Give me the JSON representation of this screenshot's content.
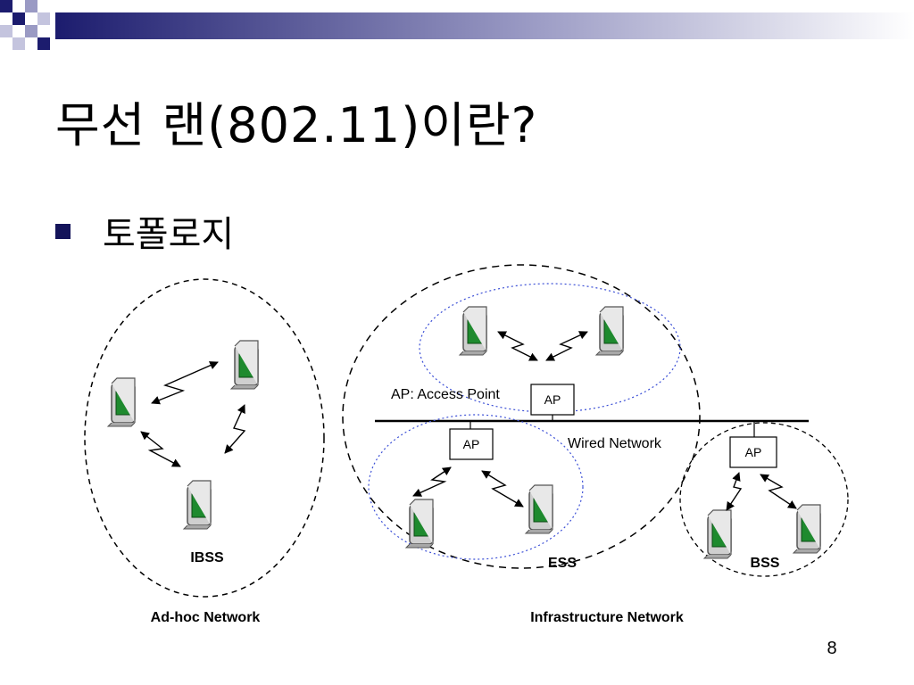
{
  "slide": {
    "title": "무선 랜(802.11)이란?",
    "bullet": "토폴로지",
    "page_number": "8"
  },
  "diagram": {
    "labels": {
      "access_point_legend": "AP: Access Point",
      "wired_network": "Wired Network",
      "ibss": "IBSS",
      "ess": "ESS",
      "bss": "BSS",
      "adhoc_network": "Ad-hoc Network",
      "infrastructure_network": "Infrastructure Network"
    },
    "ap_label": "AP"
  },
  "colors": {
    "header_navy": "#1c1c6e",
    "station_green": "#1e8a2e",
    "blue_dotted": "#3b4fd6"
  }
}
